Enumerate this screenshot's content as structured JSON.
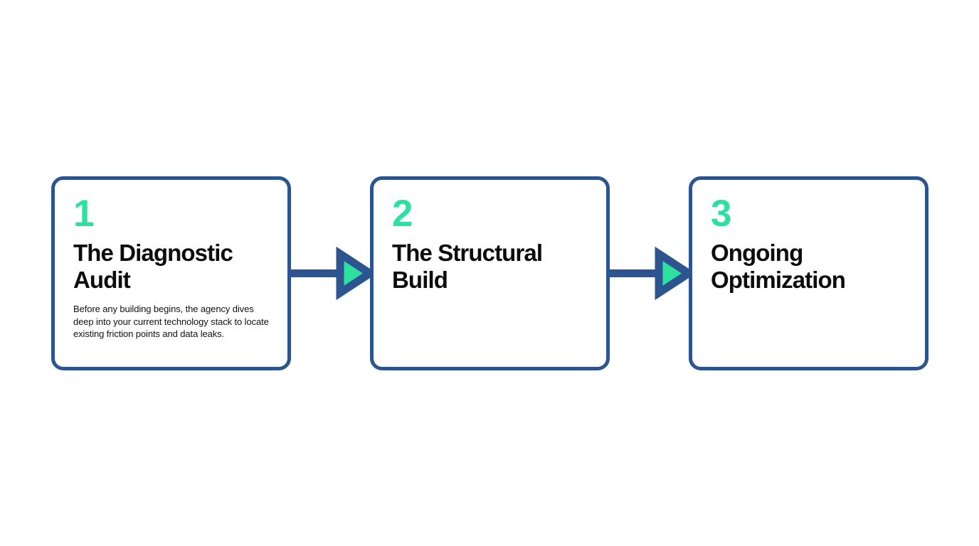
{
  "page": {
    "background_color": "#FFFFFF",
    "layout": "three-step-horizontal-process-flow"
  },
  "theme": {
    "card_border_color": "#2C5490",
    "card_background_color": "#FFFFFF",
    "number_color": "#2EE0A0",
    "title_color": "#0C0C0C",
    "body_color": "#111111",
    "arrow_shaft_color": "#2C5490",
    "arrow_outline_color": "#2C5490",
    "arrow_fill_color": "#2EE0A0"
  },
  "process": {
    "steps": [
      {
        "number": "1",
        "title": "The Diagnostic Audit",
        "body": "Before any building begins, the agency dives deep into your current technology stack to locate existing friction points and data leaks."
      },
      {
        "number": "2",
        "title": "The Structural Build",
        "body": ""
      },
      {
        "number": "3",
        "title": "Ongoing Optimization",
        "body": ""
      }
    ],
    "connectors": [
      {
        "icon": "arrow-right-icon",
        "from": "1",
        "to": "2"
      },
      {
        "icon": "arrow-right-icon",
        "from": "2",
        "to": "3"
      }
    ]
  }
}
